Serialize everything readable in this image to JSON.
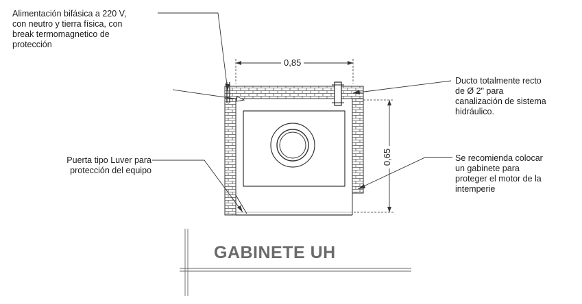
{
  "notes": {
    "alimentacion": [
      "Alimentación bifásica a 220 V,",
      "con neutro y tierra física, con",
      "break termomagnetico de",
      "protección"
    ],
    "ducto": [
      "Ducto totalmente recto",
      "de Ø 2\" para",
      "canalización de sistema",
      "hidráulico."
    ],
    "puerta": [
      "Puerta tipo Luver para",
      "protección del equipo"
    ],
    "gabinete": [
      "Se recomienda colocar",
      "un gabinete para",
      "proteger el motor de la",
      "intemperie"
    ]
  },
  "dimensions": {
    "width": "0,85",
    "height": "0,65"
  },
  "title": "GABINETE UH",
  "colors": {
    "line": "#2a2a2a",
    "brick": "#555555",
    "title": "#6a6a6a"
  }
}
